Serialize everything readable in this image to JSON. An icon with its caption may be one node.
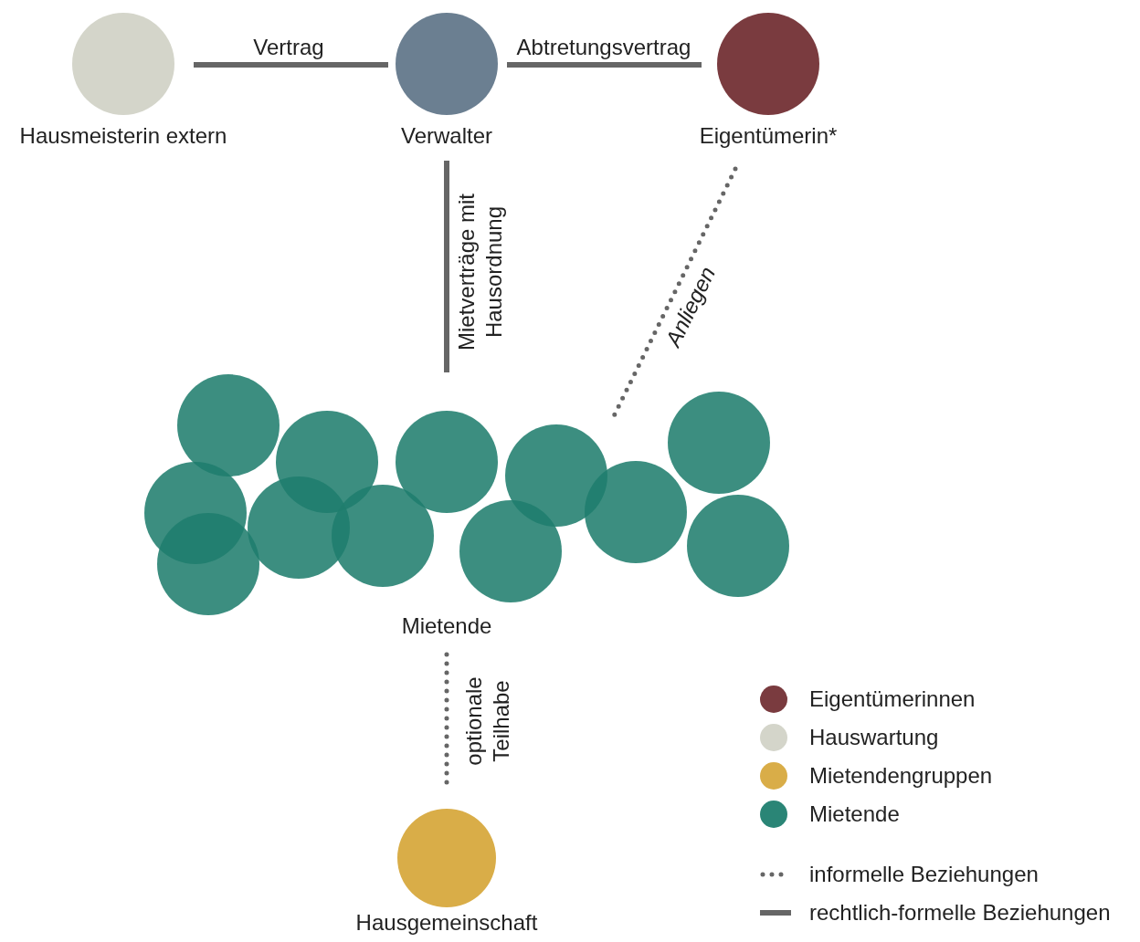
{
  "diagram": {
    "nodes": [
      {
        "text": [
          "Hausmeisterin extern"
        ]
      },
      {
        "text": [
          "Verwalter"
        ]
      },
      {
        "text": [
          "Eigentümerin*"
        ]
      },
      {
        "text": [
          "Mietende"
        ]
      },
      {
        "text": [
          "Hausgemeinschaft"
        ]
      }
    ],
    "edges": [
      {
        "from": 0,
        "to": 1,
        "arrow": "none",
        "label": "Vertrag"
      },
      {
        "from": 1,
        "to": 2,
        "arrow": "none",
        "label": "Abtretungsvertrag"
      },
      {
        "from": 1,
        "to": 3,
        "arrow": "none",
        "label": "Mietverträge mit Hausordnung"
      },
      {
        "from": 2,
        "to": 3,
        "arrow": "none",
        "label": "Anliegen",
        "style": "dashed"
      },
      {
        "from": 3,
        "to": 4,
        "arrow": "none",
        "label": "optionale Teilhabe",
        "style": "dashed"
      }
    ],
    "legend": [
      {
        "text": "Eigentümerinnen",
        "color": "#7a3b3f"
      },
      {
        "text": "Hauswartung",
        "color": "#d4d5ca"
      },
      {
        "text": "Mietendengruppen",
        "color": "#d9ad48"
      },
      {
        "text": "Mietende",
        "color": "#2a8576"
      },
      {
        "text": "informelle Beziehungen"
      },
      {
        "text": "rechtlich-formelle Beziehungen"
      }
    ]
  }
}
